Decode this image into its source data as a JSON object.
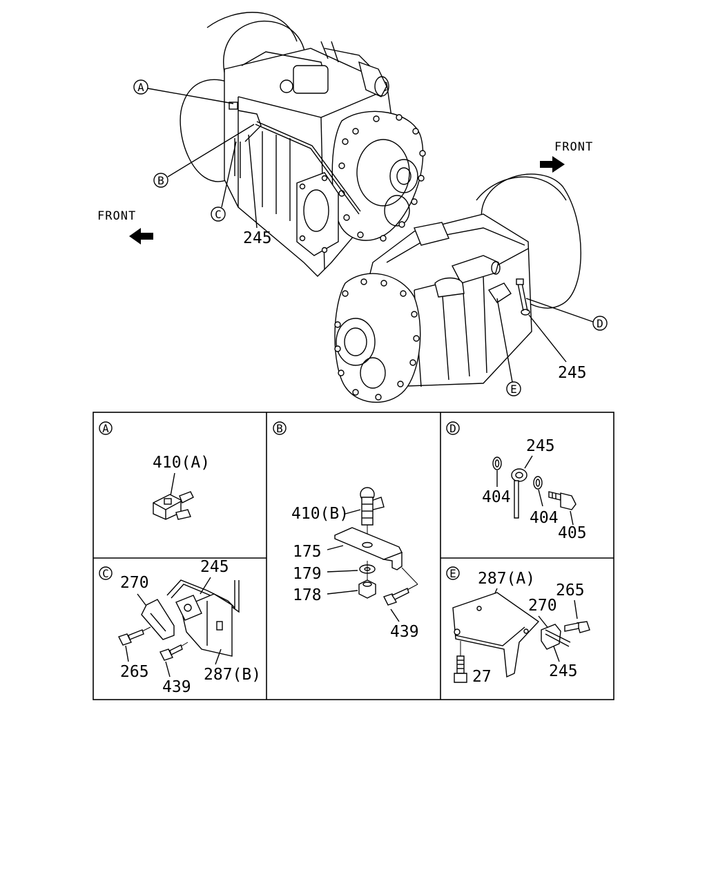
{
  "front_labels": [
    "FRONT",
    "FRONT"
  ],
  "callouts": {
    "a": "A",
    "b": "B",
    "c": "C",
    "d": "D",
    "e": "E"
  },
  "main_labels": {
    "upper_245": "245",
    "lower_245": "245"
  },
  "panel_a": {
    "letter": "A",
    "part": "410(A)"
  },
  "panel_b": {
    "letter": "B",
    "p410": "410(B)",
    "p175": "175",
    "p179": "179",
    "p178": "178",
    "p439": "439"
  },
  "panel_c": {
    "letter": "C",
    "p270": "270",
    "p245": "245",
    "p265": "265",
    "p439": "439",
    "p287": "287(B)"
  },
  "panel_d": {
    "letter": "D",
    "p245": "245",
    "p404a": "404",
    "p404b": "404",
    "p405": "405"
  },
  "panel_e": {
    "letter": "E",
    "p287": "287(A)",
    "p265": "265",
    "p270": "270",
    "p27": "27",
    "p245": "245"
  }
}
